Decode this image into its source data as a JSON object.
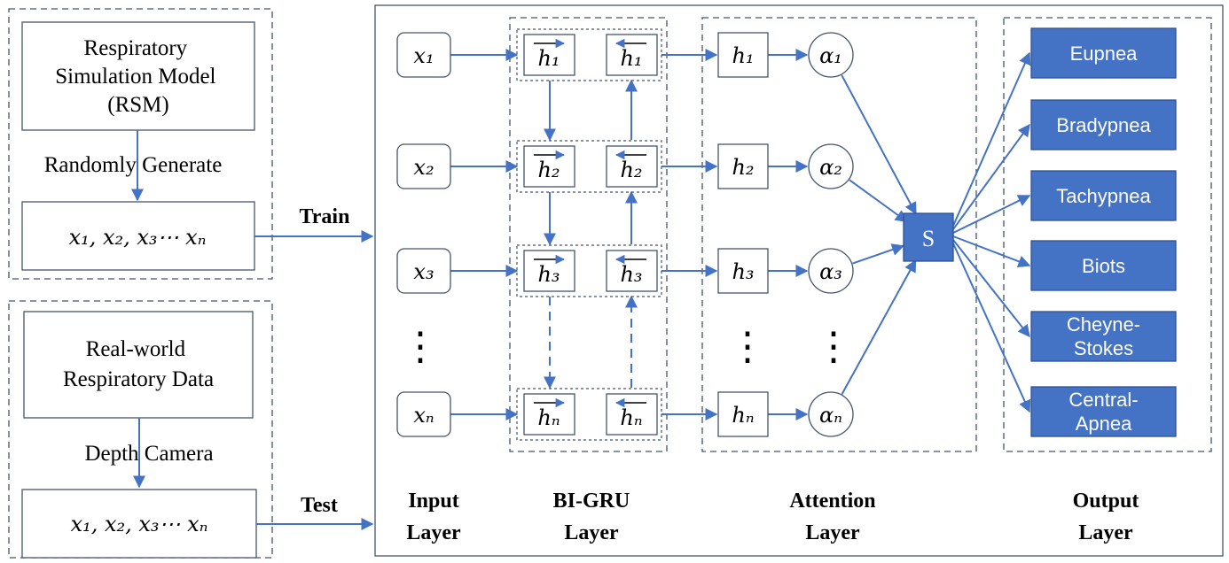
{
  "left_panels": {
    "train": {
      "box_title_lines": [
        "Respiratory",
        "Simulation Model",
        "(RSM)"
      ],
      "arrow_label": "Randomly Generate",
      "sequence": "x₁, x₂, x₃⋯ xₙ",
      "edge_label": "Train"
    },
    "test": {
      "box_title_lines": [
        "Real-world",
        "Respiratory Data"
      ],
      "arrow_label": "Depth Camera",
      "sequence": "x₁, x₂, x₃⋯ xₙ",
      "edge_label": "Test"
    }
  },
  "network": {
    "inputs": [
      "x₁",
      "x₂",
      "x₃",
      "xₙ"
    ],
    "bigru_rows": [
      {
        "forward": "h₁",
        "backward": "h₁"
      },
      {
        "forward": "h₂",
        "backward": "h₂"
      },
      {
        "forward": "h₃",
        "backward": "h₃"
      },
      {
        "forward": "hₙ",
        "backward": "hₙ"
      }
    ],
    "hidden": [
      "h₁",
      "h₂",
      "h₃",
      "hₙ"
    ],
    "alphas": [
      "α₁",
      "α₂",
      "α₃",
      "αₙ"
    ],
    "ellipsis": "⋮",
    "sum_node": "S",
    "outputs": [
      {
        "lines": [
          "Eupnea"
        ]
      },
      {
        "lines": [
          "Bradypnea"
        ]
      },
      {
        "lines": [
          "Tachypnea"
        ]
      },
      {
        "lines": [
          "Biots"
        ]
      },
      {
        "lines": [
          "Cheyne-",
          "Stokes"
        ]
      },
      {
        "lines": [
          "Central-",
          "Apnea"
        ]
      }
    ],
    "layer_labels": [
      {
        "lines": [
          "Input",
          "Layer"
        ]
      },
      {
        "lines": [
          "BI-GRU",
          "Layer"
        ]
      },
      {
        "lines": [
          "Attention",
          "Layer"
        ]
      },
      {
        "lines": [
          "Output",
          "Layer"
        ]
      }
    ]
  },
  "colors": {
    "line": "#4472C4",
    "border": "#44546A",
    "output_fill": "#4472C4",
    "output_stroke": "#2F528F",
    "output_text": "#ffffff",
    "text": "#000000"
  }
}
